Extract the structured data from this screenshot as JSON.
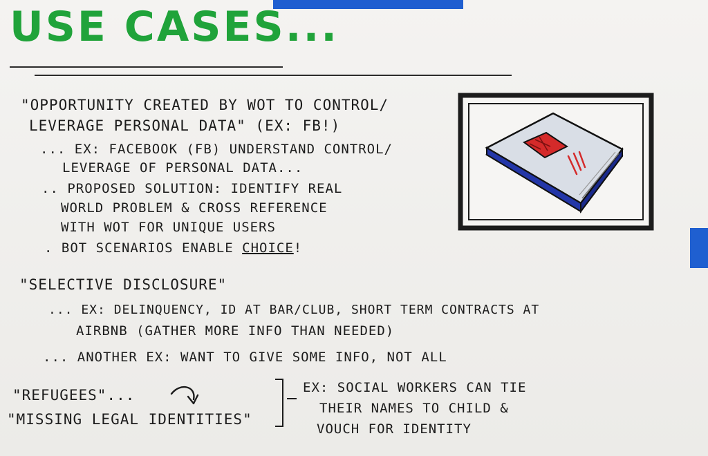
{
  "title": "USE CASES...",
  "section1": {
    "heading_line1": "\"OPPORTUNITY CREATED BY WOT TO CONTROL/",
    "heading_line2": "LEVERAGE PERSONAL DATA\" (EX: FB!)",
    "item1_line1": "... EX: FACEBOOK (FB) UNDERSTAND CONTROL/",
    "item1_line2": "LEVERAGE OF PERSONAL DATA...",
    "item2_line1": ".. PROPOSED SOLUTION: IDENTIFY REAL",
    "item2_line2": "WORLD PROBLEM & CROSS REFERENCE",
    "item2_line3": "WITH WOT FOR UNIQUE USERS",
    "item3_prefix": ". BOT SCENARIOS ENABLE",
    "item3_emphasis": "CHOICE",
    "item3_suffix": "!"
  },
  "section2": {
    "heading": "\"SELECTIVE DISCLOSURE\"",
    "item1_line1": "... EX: DELINQUENCY, ID AT BAR/CLUB, SHORT TERM CONTRACTS AT",
    "item1_line2": "AIRBNB (GATHER MORE INFO THAN NEEDED)",
    "item2": "... ANOTHER EX: WANT TO GIVE SOME INFO, NOT ALL"
  },
  "section3": {
    "refugees": "\"REFUGEES\"...",
    "missing": "\"MISSING LEGAL IDENTITIES\"",
    "note_line1": "EX: SOCIAL WORKERS CAN TIE",
    "note_line2": "THEIR NAMES TO CHILD &",
    "note_line3": "VOUCH FOR IDENTITY"
  },
  "colors": {
    "title": "#20a33a",
    "ink": "#1c1c1c",
    "tape": "#1f5fd0",
    "book_blue": "#2336a8",
    "book_red": "#d42a2a"
  },
  "icons": [
    "curved-arrow-icon",
    "book-sketch-icon"
  ]
}
